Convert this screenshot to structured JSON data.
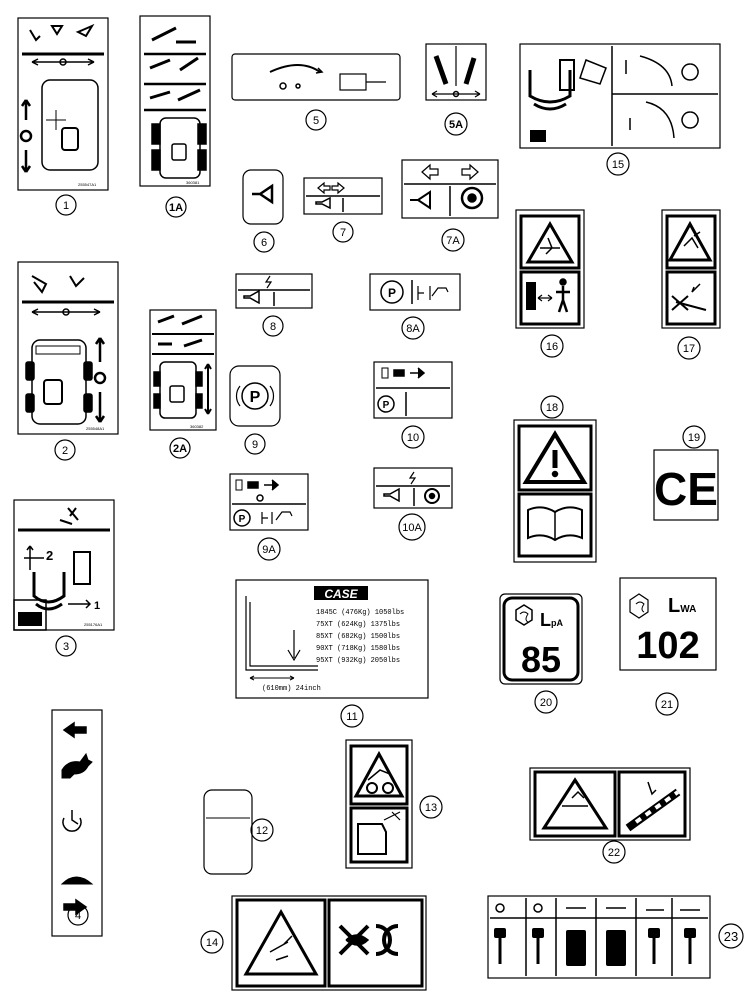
{
  "decals": [
    {
      "id": "1",
      "code": "255547A1"
    },
    {
      "id": "1A",
      "code": "360381"
    },
    {
      "id": "2",
      "code": "255548A1"
    },
    {
      "id": "2A",
      "code": "360382"
    },
    {
      "id": "3",
      "code": "255176A1"
    },
    {
      "id": "4"
    },
    {
      "id": "5"
    },
    {
      "id": "5A"
    },
    {
      "id": "6"
    },
    {
      "id": "7"
    },
    {
      "id": "7A"
    },
    {
      "id": "8"
    },
    {
      "id": "8A"
    },
    {
      "id": "9"
    },
    {
      "id": "9A"
    },
    {
      "id": "10"
    },
    {
      "id": "10A"
    },
    {
      "id": "11"
    },
    {
      "id": "12"
    },
    {
      "id": "13"
    },
    {
      "id": "14"
    },
    {
      "id": "15"
    },
    {
      "id": "16"
    },
    {
      "id": "17"
    },
    {
      "id": "18"
    },
    {
      "id": "19"
    },
    {
      "id": "20"
    },
    {
      "id": "21"
    },
    {
      "id": "22"
    },
    {
      "id": "23"
    }
  ],
  "load_chart": {
    "brand": "CASE",
    "rows": [
      "1845C (476Kg) 1050lbs",
      "75XT  (624Kg) 1375lbs",
      "85XT  (682Kg) 1500lbs",
      "90XT  (718Kg) 1580lbs",
      "95XT  (932Kg) 2050lbs"
    ],
    "distance": "(610mm) 24inch"
  },
  "noise_lpa": {
    "label": "L",
    "sub": "pA",
    "value": "85"
  },
  "noise_lwa": {
    "label": "L",
    "sub": "WA",
    "value": "102"
  },
  "ce_mark": "CE",
  "decal2_num": "2",
  "decal1_num": "1"
}
